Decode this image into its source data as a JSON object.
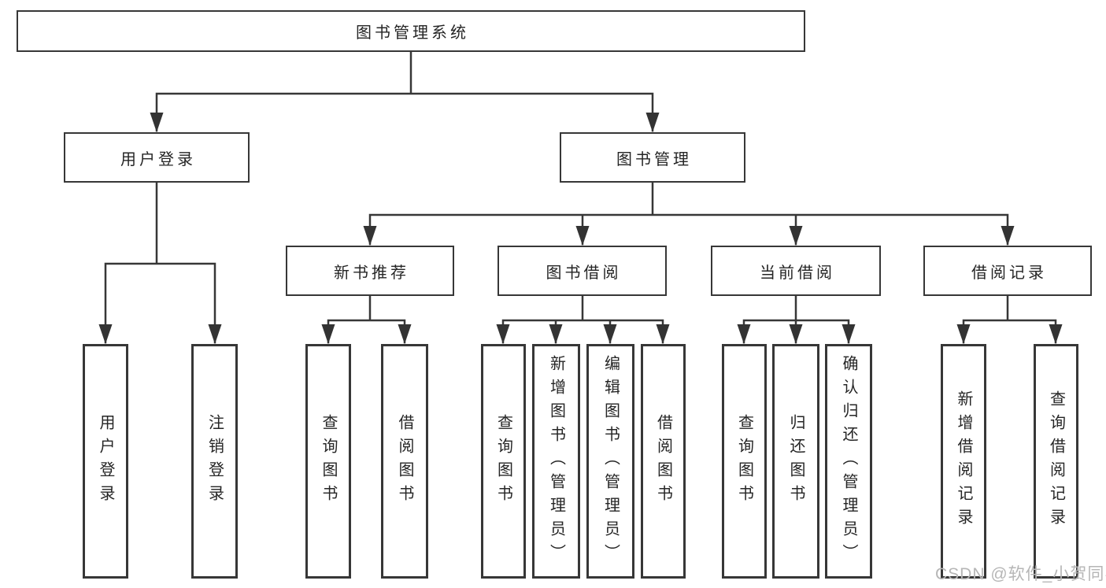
{
  "diagram": {
    "type": "hierarchy-tree",
    "title": "图书管理系统",
    "watermark": "CSDN @软件_小贺同学",
    "colors": {
      "line": "#373737",
      "box_border": "#373737",
      "box_fill": "#ffffff",
      "text": "#252525",
      "watermark": "#b6b6b6",
      "background": "#ffffff"
    }
  },
  "nodes": {
    "root": {
      "label": "图书管理系统"
    },
    "user_login_group": {
      "label": "用户登录"
    },
    "book_management": {
      "label": "图书管理"
    },
    "new_book_recommendation": {
      "label": "新书推荐"
    },
    "book_borrowing": {
      "label": "图书借阅"
    },
    "current_borrowing": {
      "label": "当前借阅"
    },
    "borrowing_records": {
      "label": "借阅记录"
    },
    "leaf_user_login": {
      "label": "用户登录"
    },
    "leaf_logout": {
      "label": "注销登录"
    },
    "leaf_newbook_query_books": {
      "label": "查询图书"
    },
    "leaf_newbook_borrow_books": {
      "label": "借阅图书"
    },
    "leaf_borrow_query_books": {
      "label": "查询图书"
    },
    "leaf_borrow_add_books_admin": {
      "label": "新增图书（管理员）"
    },
    "leaf_borrow_edit_books_admin": {
      "label": "编辑图书（管理员）"
    },
    "leaf_borrow_borrow_books": {
      "label": "借阅图书"
    },
    "leaf_current_query_books": {
      "label": "查询图书"
    },
    "leaf_current_return_books": {
      "label": "归还图书"
    },
    "leaf_current_confirm_return_admin": {
      "label": "确认归还（管理员）"
    },
    "leaf_records_add_record": {
      "label": "新增借阅记录"
    },
    "leaf_records_query_record": {
      "label": "查询借阅记录"
    }
  },
  "hierarchy": [
    {
      "from": "root",
      "to": [
        "user_login_group",
        "book_management"
      ]
    },
    {
      "from": "user_login_group",
      "to": [
        "leaf_user_login",
        "leaf_logout"
      ]
    },
    {
      "from": "book_management",
      "to": [
        "new_book_recommendation",
        "book_borrowing",
        "current_borrowing",
        "borrowing_records"
      ]
    },
    {
      "from": "new_book_recommendation",
      "to": [
        "leaf_newbook_query_books",
        "leaf_newbook_borrow_books"
      ]
    },
    {
      "from": "book_borrowing",
      "to": [
        "leaf_borrow_query_books",
        "leaf_borrow_add_books_admin",
        "leaf_borrow_edit_books_admin",
        "leaf_borrow_borrow_books"
      ]
    },
    {
      "from": "current_borrowing",
      "to": [
        "leaf_current_query_books",
        "leaf_current_return_books",
        "leaf_current_confirm_return_admin"
      ]
    },
    {
      "from": "borrowing_records",
      "to": [
        "leaf_records_add_record",
        "leaf_records_query_record"
      ]
    }
  ]
}
